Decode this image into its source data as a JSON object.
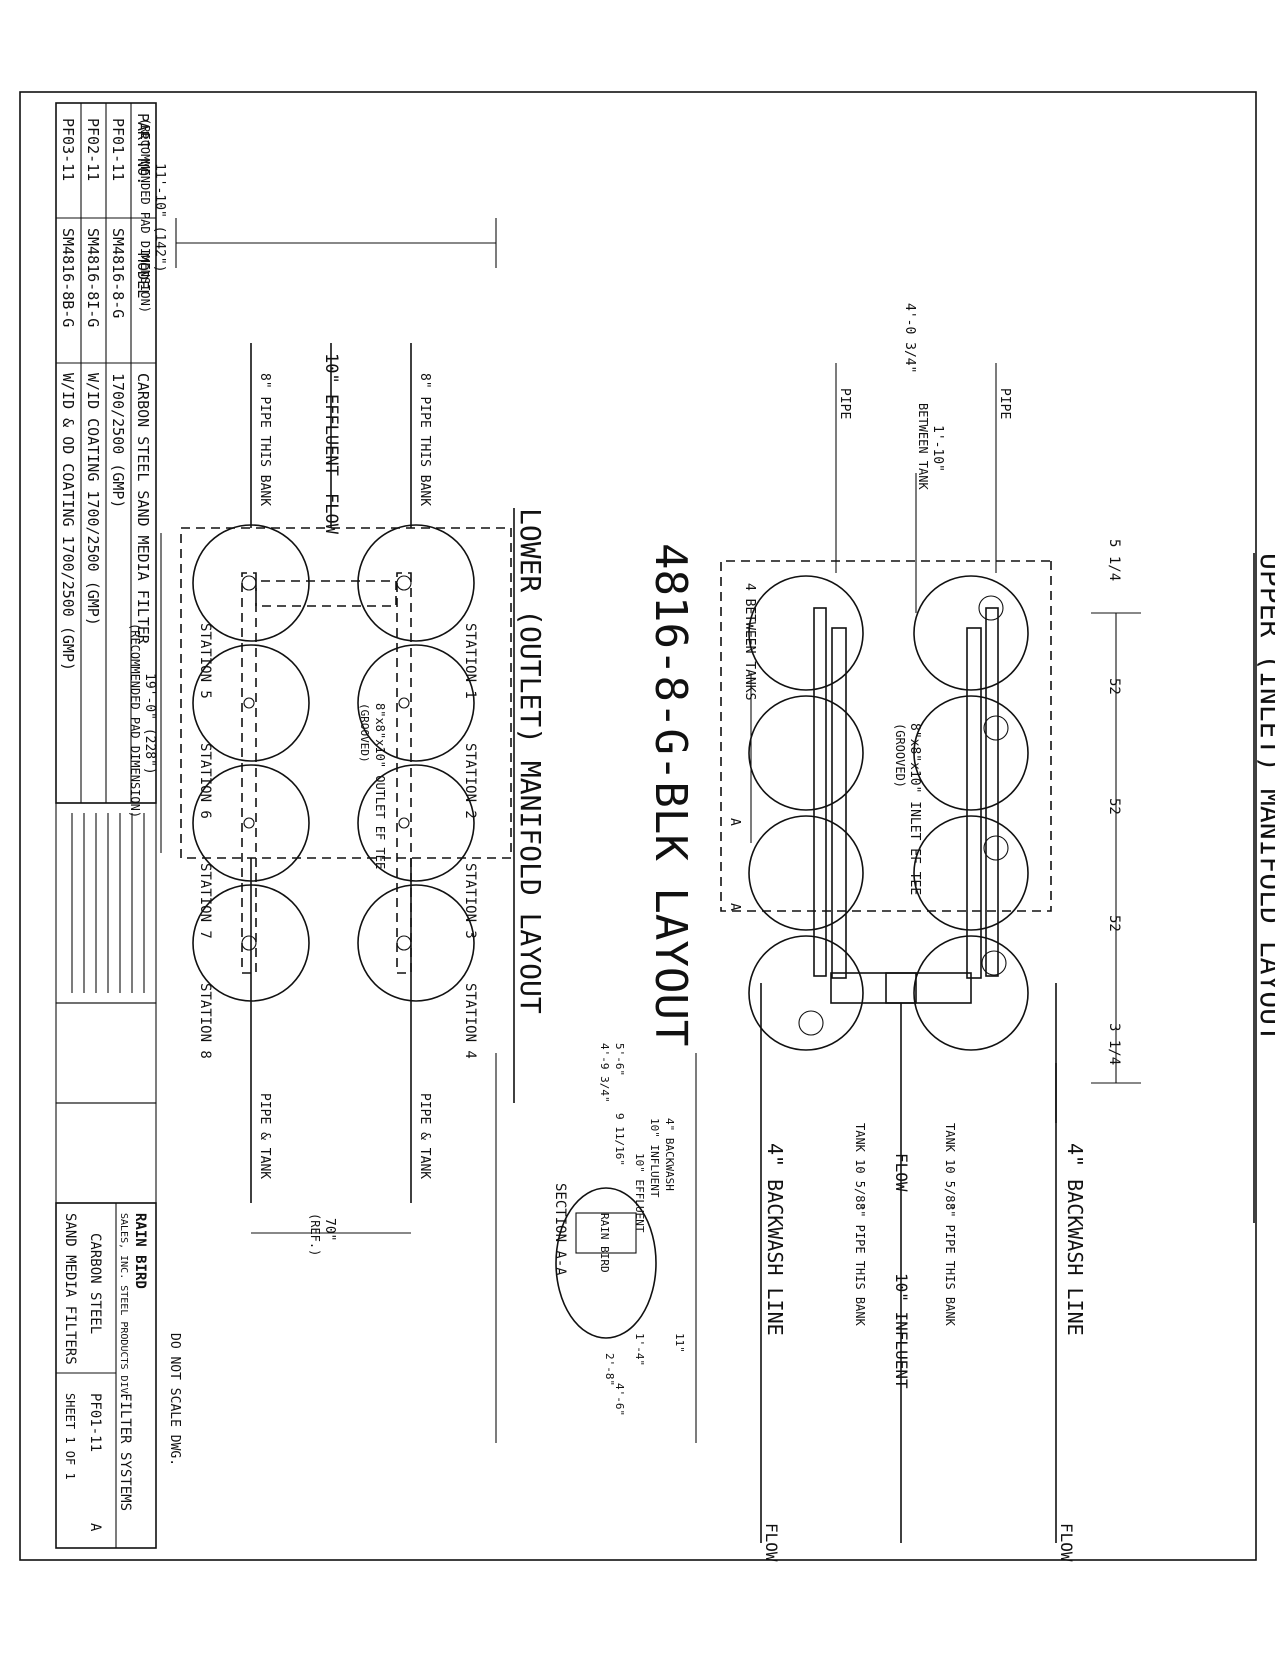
{
  "drawing": {
    "main_title": "4816-8-G-BLK LAYOUT",
    "upper_title": "UPPER (INLET) MANIFOLD LAYOUT",
    "lower_title": "LOWER (OUTLET) MANIFOLD LAYOUT",
    "section_title": "SECTION A-A",
    "do_not_scale": "DO NOT SCALE DWG."
  },
  "upper": {
    "dim_left": "5 1/4",
    "dim_spacings": [
      "52",
      "52",
      "52"
    ],
    "dim_right": "3 1/4",
    "pipe_label": "PIPE",
    "dim_between_tank": "1'-10\"",
    "dim_between_tank_sub": "BETWEEN TANK",
    "dim_pipe": "4'-0 3/4\"",
    "between_tanks": "4 BETWEEN TANKS",
    "inlet_tee": "8\"x8\"x10\" INLET EF TEE",
    "inlet_tee_sub": "(GROOVED)",
    "backwash_line": "4\" BACKWASH LINE",
    "flow": "FLOW",
    "tank_dim": "TANK 10 5/8\"",
    "pipe_this_bank": "8\" PIPE THIS BANK",
    "influent": "10\" INFLUENT",
    "section_marker": "A"
  },
  "lower": {
    "pad_width": "11'-10\" (142\")",
    "pad_width_sub": "(RECOMMENDED PAD DIMENSION)",
    "pad_length": "19'-0\" (228\")",
    "pad_length_sub": "(RECOMMENDED PAD DIMENSION)",
    "effluent": "10\" EFFLUENT",
    "flow": "FLOW",
    "pipe_this_bank": "8\" PIPE THIS BANK",
    "outlet_tee": "8\"x8\"x10\" OUTLET EF TEE",
    "outlet_tee_sub": "(GROOVED)",
    "stations_top": [
      "STATION 1",
      "STATION 2",
      "STATION 3",
      "STATION 4"
    ],
    "stations_bottom": [
      "STATION 5",
      "STATION 6",
      "STATION 7",
      "STATION 8"
    ],
    "pipe_and_tank": "PIPE & TANK",
    "ref_dim": "70\"",
    "ref_sub": "(REF.)"
  },
  "section": {
    "backwash": "4\" BACKWASH",
    "influent": "10\" INFLUENT",
    "effluent": "10\" EFFLUENT",
    "dims": [
      "5'-6\"",
      "4'-9 3/4\"",
      "9 11/16\"",
      "1'-4\"",
      "2'-8\"",
      "4'-6\"",
      "11\""
    ],
    "brand_mark": "RAIN BIRD"
  },
  "parts_table": {
    "headers": [
      "PART NO.",
      "MODEL",
      "CARBON STEEL SAND MEDIA FILTER"
    ],
    "rows": [
      [
        "PF01-11",
        "SM4816-8-G",
        "1700/2500 (GMP)"
      ],
      [
        "PF02-11",
        "SM4816-8I-G",
        "W/ID COATING 1700/2500 (GMP)"
      ],
      [
        "PF03-11",
        "SM4816-8B-G",
        "W/ID & OD COATING 1700/2500 (GMP)"
      ]
    ]
  },
  "title_block": {
    "company": "RAIN BIRD",
    "company_sub": "SALES, INC. STEEL PRODUCTS DIV.",
    "title_line1": "CARBON STEEL",
    "title_line2": "SAND MEDIA FILTERS",
    "project": "FILTER SYSTEMS",
    "part_no": "PF01-11",
    "rev": "A",
    "sheet": "SHEET 1 OF 1"
  }
}
